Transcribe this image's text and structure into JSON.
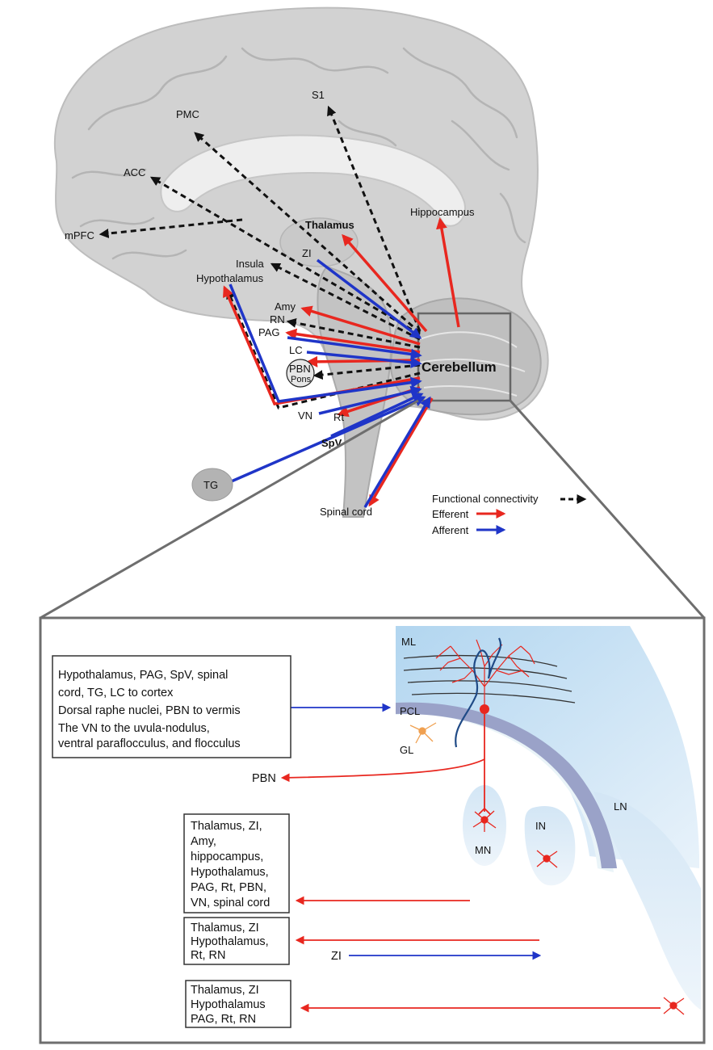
{
  "brain_labels": {
    "s1": "S1",
    "pmc": "PMC",
    "acc": "ACC",
    "mpfc": "mPFC",
    "hippocampus": "Hippocampus",
    "thalamus": "Thalamus",
    "zi": "ZI",
    "insula": "Insula",
    "hypothalamus": "Hypothalamus",
    "amy": "Amy",
    "rn": "RN",
    "pag": "PAG",
    "lc": "LC",
    "pbn": "PBN",
    "pons": "Pons",
    "vn": "VN",
    "rt": "Rt",
    "spv": "SpV",
    "tg": "TG",
    "spinal_cord": "Spinal cord",
    "cerebellum": "Cerebellum"
  },
  "legend": {
    "functional": "Functional connectivity",
    "efferent": "Efferent",
    "afferent": "Afferent"
  },
  "colors": {
    "efferent": "#e8271f",
    "afferent": "#1f35c8",
    "functional": "#111111",
    "brain": "#d4d4d4",
    "cortex_layer": "#bcd9ef"
  },
  "inset": {
    "layers": {
      "ml": "ML",
      "pcl": "PCL",
      "gl": "GL"
    },
    "nuclei": {
      "mn": "MN",
      "in": "IN",
      "ln": "LN"
    },
    "afferent_box": [
      "Hypothalamus, PAG, SpV, spinal",
      "cord, TG, LC  to cortex",
      "Dorsal raphe nuclei, PBN to vermis",
      "The VN to the uvula-nodulus,",
      "ventral paraflocculus, and flocculus"
    ],
    "pbn_target": "PBN",
    "mn_box": [
      "Thalamus, ZI,",
      "Amy,",
      "hippocampus,",
      "Hypothalamus,",
      "PAG, Rt, PBN,",
      "VN, spinal cord"
    ],
    "in_box": [
      "Thalamus, ZI",
      "Hypothalamus,",
      "Rt, RN"
    ],
    "zi_input": "ZI",
    "ln_box": [
      "Thalamus, ZI",
      "Hypothalamus",
      "PAG, Rt, RN"
    ]
  }
}
